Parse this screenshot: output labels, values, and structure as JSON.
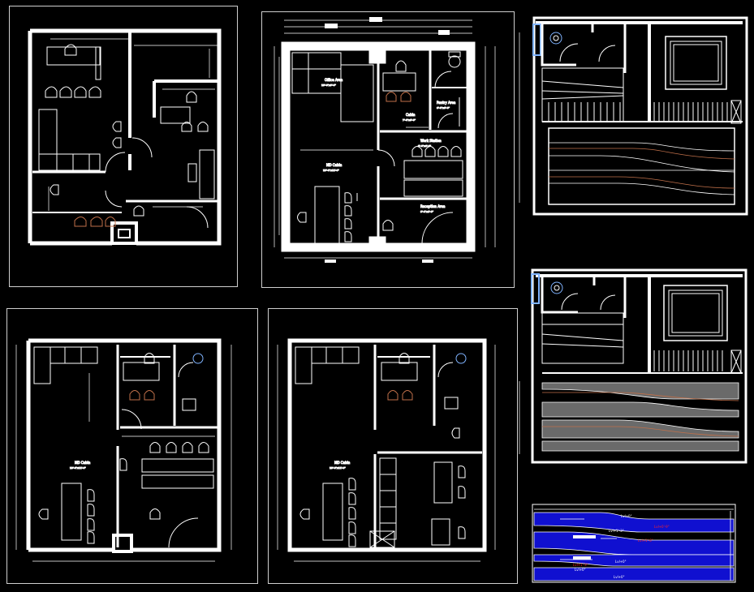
{
  "colors": {
    "background": "#000000",
    "line": "#ffffff",
    "frame": "#cfcfcf",
    "chair_accent": "#c0704a",
    "fixture": "#7fb3ff",
    "blue_fill": "#1010d0",
    "red_text": "#ff2020"
  },
  "plans": {
    "p2_labels": {
      "office_area": "Office Area",
      "office_area_dim": "13'-0\"x9'-0\"",
      "cabin": "Cabin",
      "cabin_dim": "7'-0\"x6'-0\"",
      "pantry": "Pantry Area",
      "pantry_dim": "6'-0\"x6'-0\"",
      "md_cabin": "MD Cabin",
      "md_cabin_dim": "13'-0\"x11'-0\"",
      "work_station": "Work Station",
      "work_station_dim": "9'-0\"x6'-0\"",
      "reception": "Reception Area",
      "reception_dim": "9'-0\"x8'-0\""
    },
    "p4_labels": {
      "md_cabin": "MD Cabin",
      "md_cabin_dim": "13'-0\"x11'-0\""
    },
    "p5_labels": {
      "md_cabin": "MD Cabin",
      "md_cabin_dim": "13'-0\"x11'-0\""
    }
  },
  "sections": {
    "level_tags": [
      "Lvl+0\"",
      "Lvl+1'-3\"",
      "Lvl+0\"",
      "Lvl+0\"",
      "Lvl+0\""
    ],
    "red_tags": [
      "Lvl+0'-9\"",
      "Lvl+1'-6\"",
      "Lvl+1'-3\""
    ]
  }
}
